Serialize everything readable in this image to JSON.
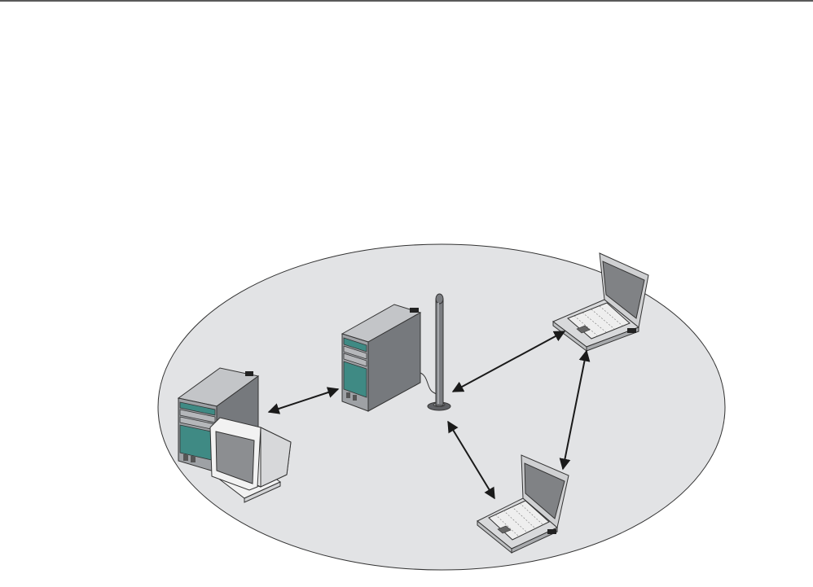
{
  "diagram": {
    "nodes": [
      {
        "id": "desktop-workstation",
        "kind": "desktop computer with tower and CRT monitor"
      },
      {
        "id": "server-tower",
        "kind": "tower server"
      },
      {
        "id": "access-point",
        "kind": "wireless access point antenna"
      },
      {
        "id": "laptop-top",
        "kind": "laptop"
      },
      {
        "id": "laptop-bottom",
        "kind": "laptop"
      }
    ],
    "links": [
      {
        "from": "desktop-workstation",
        "to": "server-tower",
        "direction": "bidirectional"
      },
      {
        "from": "access-point",
        "to": "laptop-top",
        "direction": "bidirectional"
      },
      {
        "from": "access-point",
        "to": "laptop-bottom",
        "direction": "bidirectional"
      },
      {
        "from": "laptop-top",
        "to": "laptop-bottom",
        "direction": "bidirectional"
      }
    ],
    "colors": {
      "cell_fill": "#e2e3e5",
      "line": "#1a1a1a",
      "tower_front": "#9ea1a5",
      "tower_side": "#76797d",
      "tower_top": "#c3c5c8",
      "teal_panel": "#3f8a84",
      "laptop_screen": "#808285",
      "laptop_body": "#d8d9db",
      "monitor_body": "#f2f2f2",
      "monitor_screen": "#8c8e91",
      "antenna": "#7a7c80"
    }
  }
}
